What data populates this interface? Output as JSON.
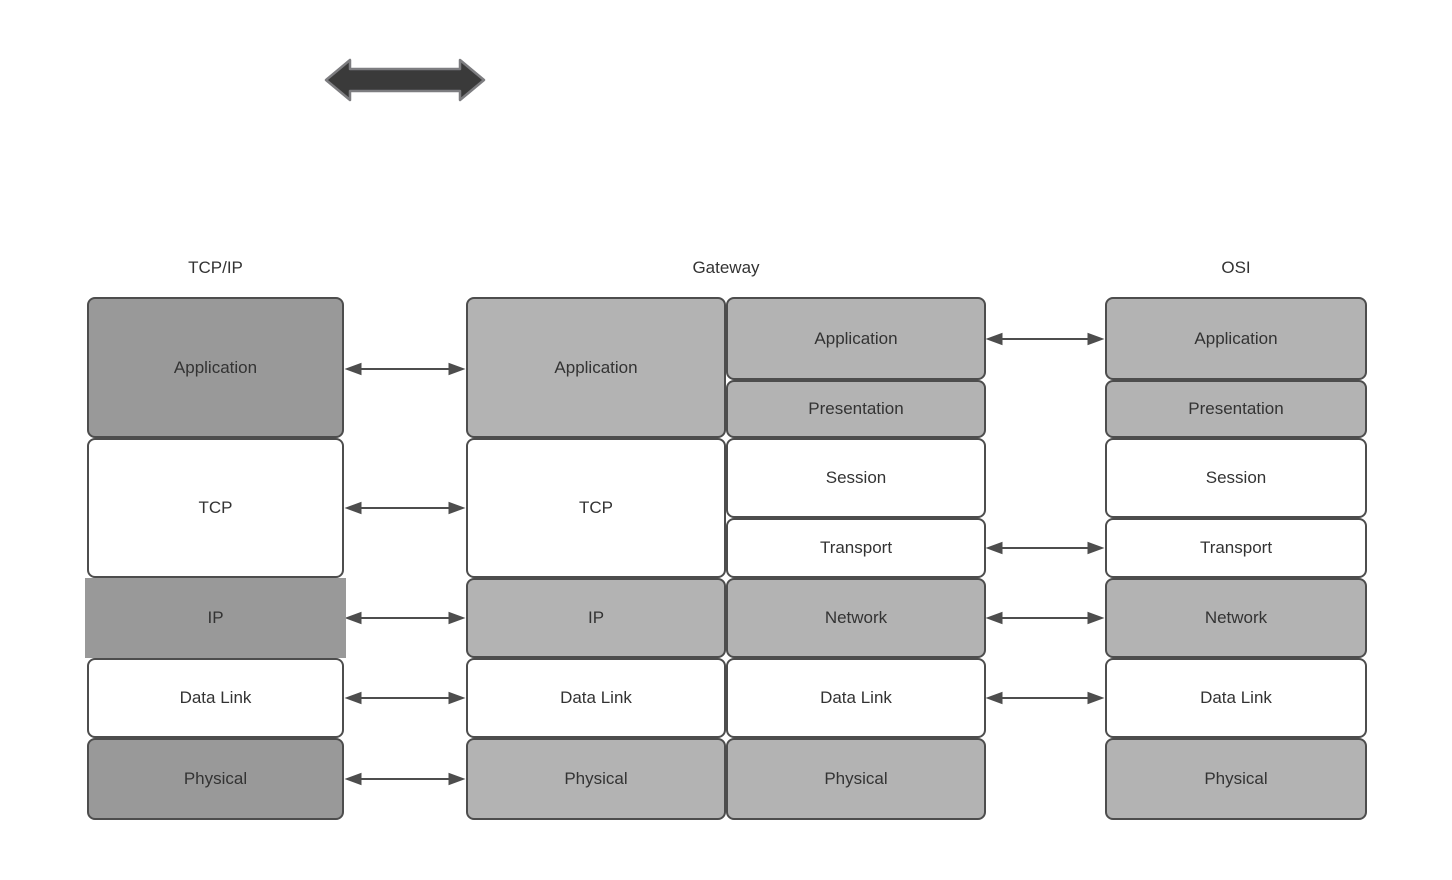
{
  "diagram": {
    "title_arrow_icon": "horizontal-double-arrow-icon",
    "columns": {
      "tcpip": {
        "title": "TCP/IP",
        "layers": [
          "Application",
          "TCP",
          "IP",
          "Data Link",
          "Physical"
        ]
      },
      "gateway": {
        "title": "Gateway",
        "left_stack": [
          "Application",
          "TCP",
          "IP",
          "Data Link",
          "Physical"
        ],
        "right_stack": [
          "Application",
          "Presentation",
          "Session",
          "Transport",
          "Network",
          "Data Link",
          "Physical"
        ]
      },
      "osi": {
        "title": "OSI",
        "layers": [
          "Application",
          "Presentation",
          "Session",
          "Transport",
          "Network",
          "Data Link",
          "Physical"
        ]
      }
    },
    "connections": {
      "tcpip_to_gateway": [
        "Application",
        "TCP",
        "IP",
        "Data Link",
        "Physical"
      ],
      "gateway_to_osi": [
        "Application",
        "Transport",
        "Network",
        "Data Link"
      ]
    },
    "colors": {
      "dark_gray_fill": "#999999",
      "light_gray_fill": "#b3b3b3",
      "white_fill": "#ffffff",
      "box_border": "#4d4d4d",
      "text": "#333333",
      "connector": "#4d4d4d",
      "thick_arrow_fill": "#3a3a3a",
      "thick_arrow_outline": "#7d7d80",
      "background": "#ffffff"
    }
  }
}
